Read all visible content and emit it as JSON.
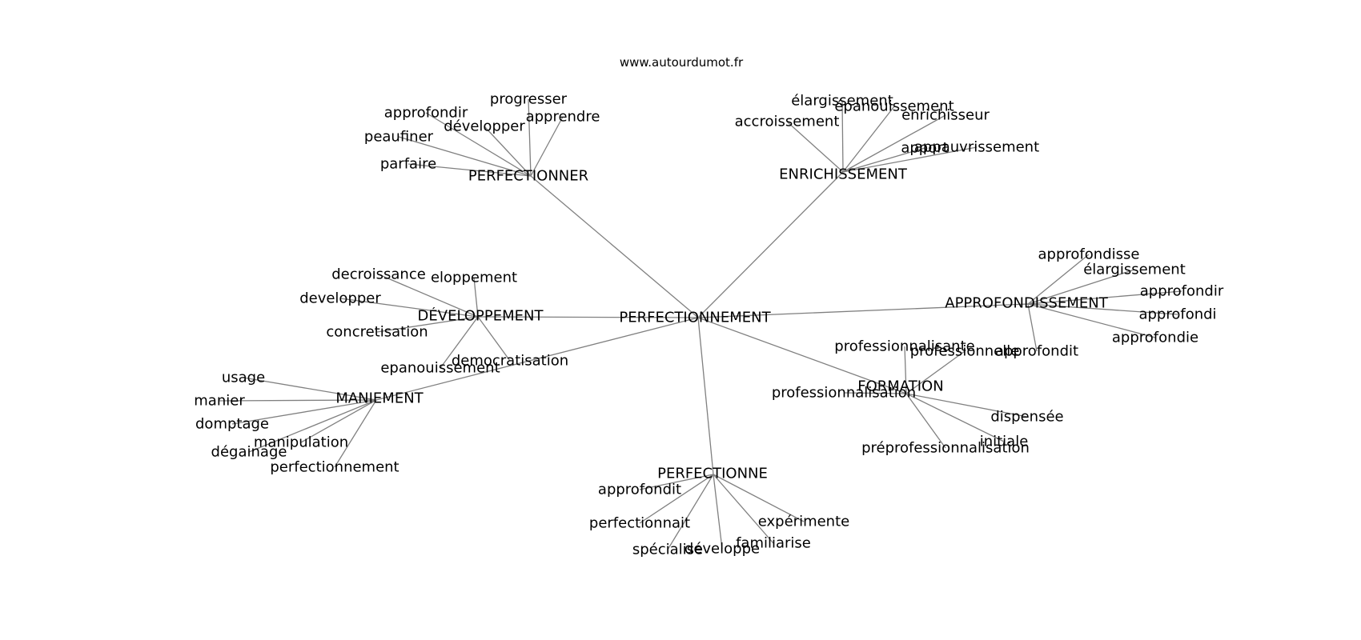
{
  "site": "www.autourdumot.fr",
  "graph": {
    "center": "PERFECTIONNEMENT",
    "groups": [
      {
        "hub": "PERFECTIONNER",
        "words": [
          "progresser",
          "approfondir",
          "apprendre",
          "développer",
          "peaufiner",
          "parfaire"
        ]
      },
      {
        "hub": "ENRICHISSEMENT",
        "words": [
          "élargissement",
          "épanouissement",
          "accroissement",
          "enrichisseur",
          "apport",
          "appauvrissement"
        ]
      },
      {
        "hub": "APPROFONDISSEMENT",
        "words": [
          "approfondisse",
          "élargissement",
          "approfondir",
          "approfondi",
          "approfondie",
          "approfondit"
        ]
      },
      {
        "hub": "DÉVELOPPEMENT",
        "words": [
          "decroissance",
          "eloppement",
          "developper",
          "concretisation",
          "democratisation",
          "epanouissement"
        ]
      },
      {
        "hub": "MANIEMENT",
        "words": [
          "usage",
          "manier",
          "domptage",
          "manipulation",
          "dégainage",
          "perfectionnement"
        ]
      },
      {
        "hub": "FORMATION",
        "words": [
          "professionnalisante",
          "professionnelle",
          "professionnalisation",
          "dispensée",
          "initiale",
          "préprofessionnalisation"
        ]
      },
      {
        "hub": "PERFECTIONNE",
        "words": [
          "approfondit",
          "perfectionnait",
          "spécialise",
          "développe",
          "familiarise",
          "expérimente"
        ]
      }
    ]
  }
}
